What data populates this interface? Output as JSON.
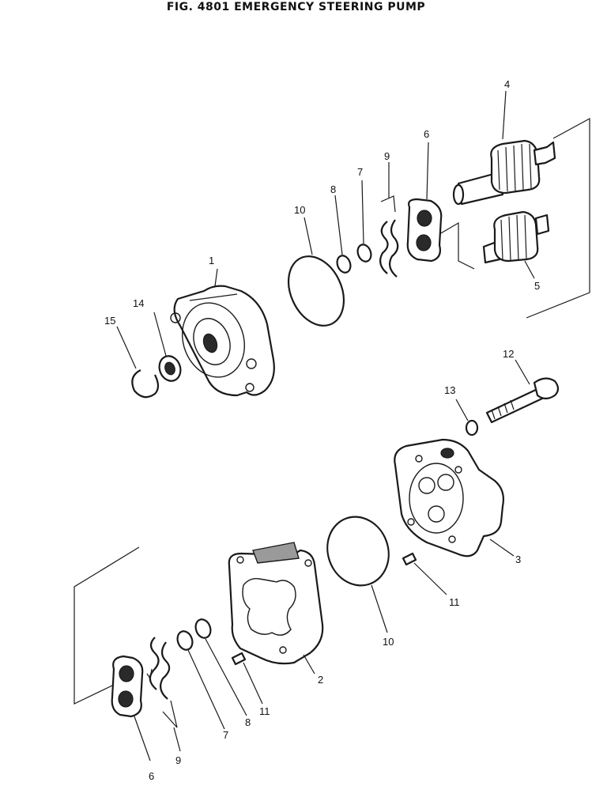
{
  "figure": {
    "title": "FIG. 4801  EMERGENCY STEERING PUMP"
  },
  "callouts": {
    "c1": "1",
    "c2": "2",
    "c3": "3",
    "c4": "4",
    "c5": "5",
    "c6a": "6",
    "c6b": "6",
    "c7a": "7",
    "c7b": "7",
    "c8a": "8",
    "c8b": "8",
    "c9a": "9",
    "c9b": "9",
    "c10a": "10",
    "c10b": "10",
    "c11a": "11",
    "c11b": "11",
    "c12": "12",
    "c13": "13",
    "c14": "14",
    "c15": "15"
  }
}
